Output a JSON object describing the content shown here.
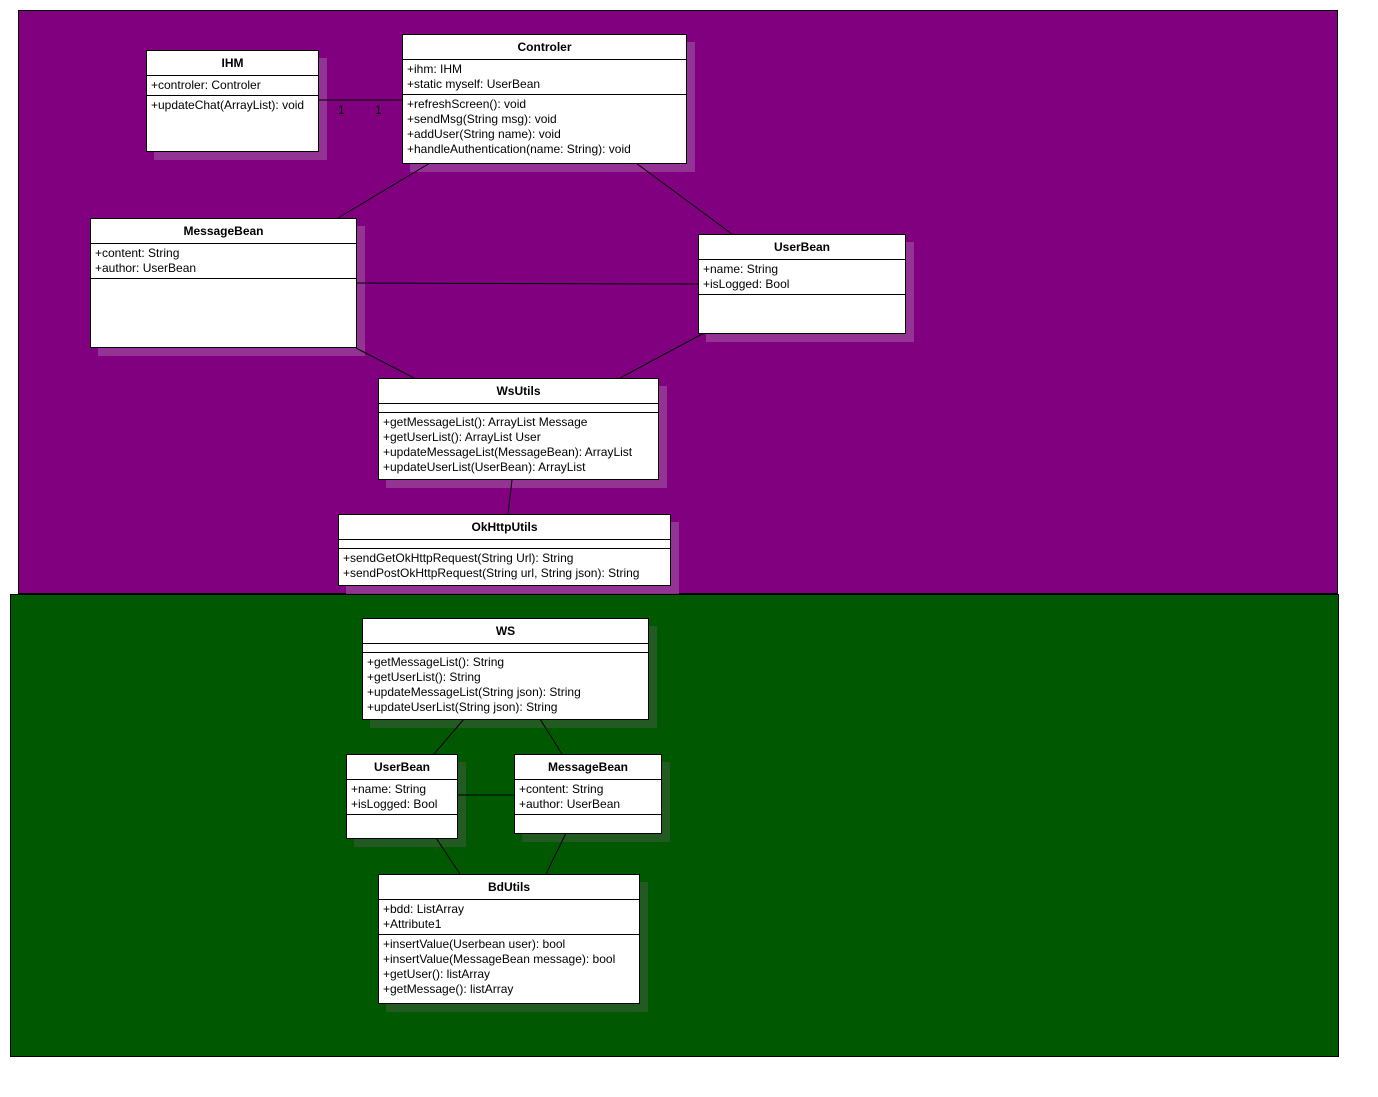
{
  "client_package": {
    "color": "#800080",
    "classes": {
      "ihm": {
        "name": "IHM",
        "attributes": [
          "+controler: Controler"
        ],
        "operations": [
          "+updateChat(ArrayList): void"
        ]
      },
      "controler": {
        "name": "Controler",
        "attributes": [
          "+ihm: IHM",
          "+static myself: UserBean"
        ],
        "operations": [
          "+refreshScreen(): void",
          "+sendMsg(String msg): void",
          "+addUser(String name): void",
          "+handleAuthentication(name: String): void"
        ]
      },
      "messagebean": {
        "name": "MessageBean",
        "attributes": [
          "+content: String",
          "+author: UserBean"
        ],
        "operations": []
      },
      "userbean": {
        "name": "UserBean",
        "attributes": [
          "+name: String",
          "+isLogged: Bool"
        ],
        "operations": []
      },
      "wsutils": {
        "name": "WsUtils",
        "attributes": [],
        "operations": [
          "+getMessageList(): ArrayList Message",
          "+getUserList(): ArrayList User",
          "+updateMessageList(MessageBean): ArrayList",
          "+updateUserList(UserBean): ArrayList"
        ]
      },
      "okhttputils": {
        "name": "OkHttpUtils",
        "attributes": [],
        "operations": [
          "+sendGetOkHttpRequest(String Url): String",
          "+sendPostOkHttpRequest(String url, String json): String"
        ]
      }
    },
    "multiplicities": {
      "ihm_end": "1",
      "controler_end": "1"
    }
  },
  "server_package": {
    "color": "#005800",
    "classes": {
      "ws": {
        "name": "WS",
        "attributes": [],
        "operations": [
          "+getMessageList(): String",
          "+getUserList(): String",
          "+updateMessageList(String json): String",
          "+updateUserList(String json): String"
        ]
      },
      "userbean": {
        "name": "UserBean",
        "attributes": [
          "+name: String",
          "+isLogged: Bool"
        ],
        "operations": []
      },
      "messagebean": {
        "name": "MessageBean",
        "attributes": [
          "+content: String",
          "+author: UserBean"
        ],
        "operations": []
      },
      "bdutils": {
        "name": "BdUtils",
        "attributes": [
          "+bdd: ListArray",
          "+Attribute1"
        ],
        "operations": [
          "+insertValue(Userbean user): bool",
          "+insertValue(MessageBean message): bool",
          "+getUser(): listArray",
          "+getMessage(): listArray"
        ]
      }
    }
  }
}
